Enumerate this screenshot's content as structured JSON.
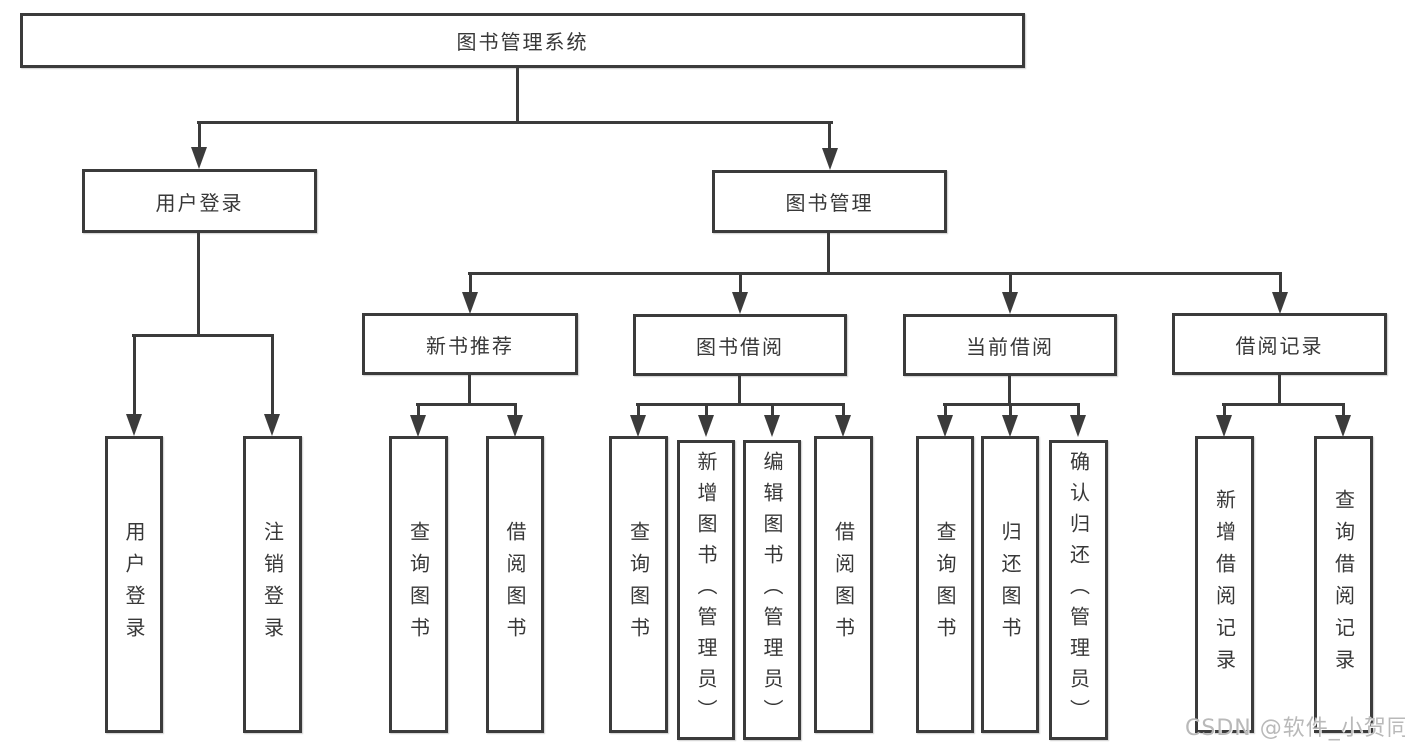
{
  "colors": {
    "line": "#3b3b3b",
    "text": "#383838",
    "box_background": "#ffffff",
    "page_background": "#ffffff",
    "watermark_text": "#b9b9b9"
  },
  "diagram": {
    "type": "tree",
    "root": {
      "label": "图书管理系统"
    },
    "branches": [
      {
        "label": "用户登录",
        "children": [
          {
            "label": "用户登录"
          },
          {
            "label": "注销登录"
          }
        ]
      },
      {
        "label": "图书管理",
        "children": [
          {
            "label": "新书推荐",
            "children": [
              {
                "label": "查询图书"
              },
              {
                "label": "借阅图书"
              }
            ]
          },
          {
            "label": "图书借阅",
            "children": [
              {
                "label": "查询图书"
              },
              {
                "label": "新增图书（管理员）"
              },
              {
                "label": "编辑图书（管理员）"
              },
              {
                "label": "借阅图书"
              }
            ]
          },
          {
            "label": "当前借阅",
            "children": [
              {
                "label": "查询图书"
              },
              {
                "label": "归还图书"
              },
              {
                "label": "确认归还（管理员）"
              }
            ]
          },
          {
            "label": "借阅记录",
            "children": [
              {
                "label": "新增借阅记录"
              },
              {
                "label": "查询借阅记录"
              }
            ]
          }
        ]
      }
    ]
  },
  "watermark": {
    "text": "CSDN @软件_小贺同学"
  }
}
